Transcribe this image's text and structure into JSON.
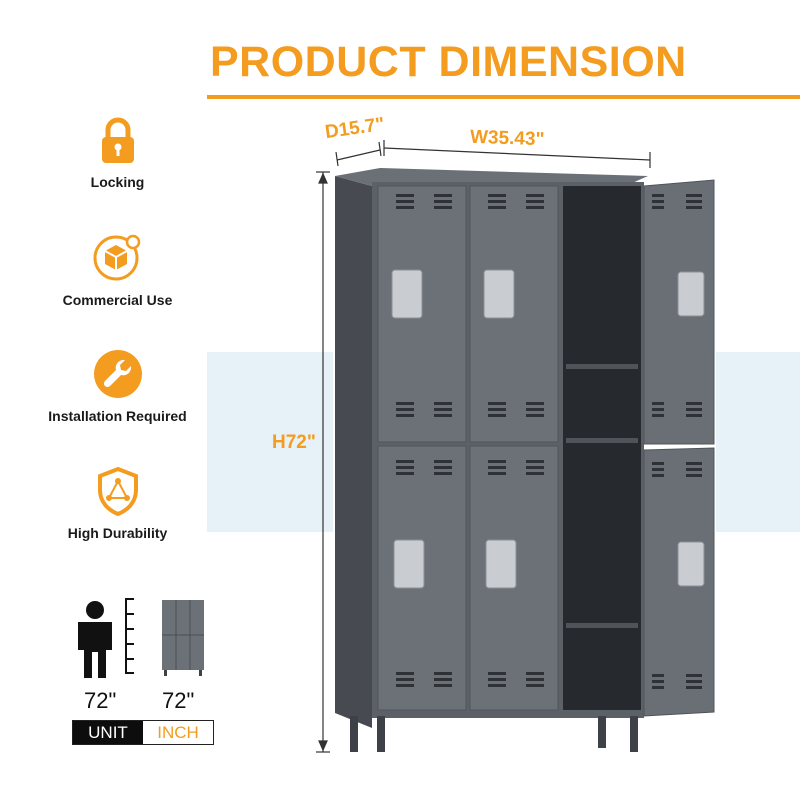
{
  "header": {
    "title": "PRODUCT DIMENSION"
  },
  "colors": {
    "accent": "#f39c1f",
    "locker": "#5c6168",
    "band": "#e6f1f8"
  },
  "features": [
    {
      "label": "Locking",
      "icon": "padlock-icon"
    },
    {
      "label": "Commercial Use",
      "icon": "package-icon"
    },
    {
      "label": "Installation Required",
      "icon": "wrench-icon"
    },
    {
      "label": "High Durability",
      "icon": "shield-icon"
    }
  ],
  "dimensions": {
    "depth": "D15.7\"",
    "width": "W35.43\"",
    "height": "H72\""
  },
  "scale": {
    "person_height": "72\"",
    "locker_height": "72\"",
    "unit_label": "UNIT",
    "inch_label": "INCH"
  }
}
